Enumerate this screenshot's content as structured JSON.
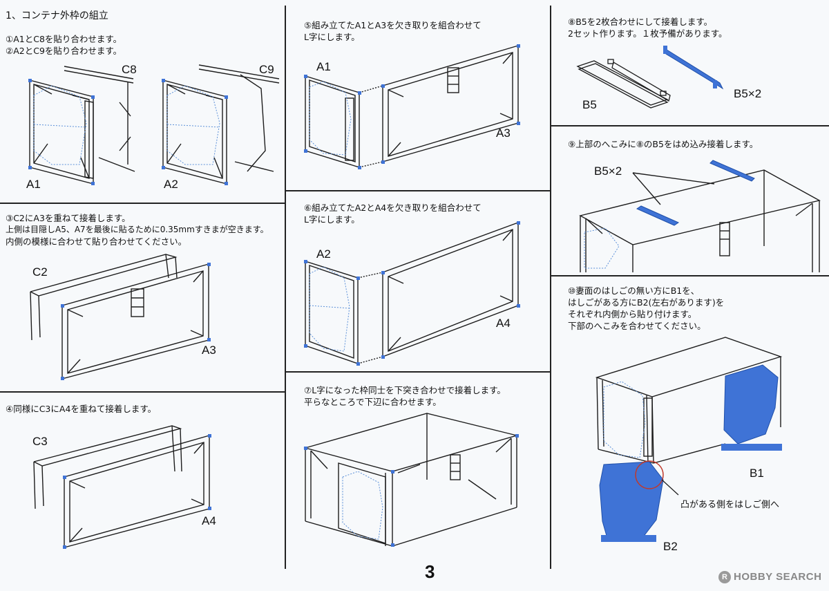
{
  "section_title": "1、コンテナ外枠の組立",
  "steps": {
    "s1": {
      "lines": [
        "①A1とC8を貼り合わせます。",
        "②A2とC9を貼り合わせます。"
      ]
    },
    "s3": {
      "lines": [
        "③C2にA3を重ねて接着します。",
        "上側は目隠しA5、A7を最後に貼るために0.35mmすきまが空きます。",
        "内側の模様に合わせて貼り合わせてください。"
      ]
    },
    "s4": {
      "lines": [
        "④同様にC3にA4を重ねて接着します。"
      ]
    },
    "s5": {
      "lines": [
        "⑤組み立てたA1とA3を欠き取りを組合わせて",
        "L字にします。"
      ]
    },
    "s6": {
      "lines": [
        "⑥組み立てたA2とA4を欠き取りを組合わせて",
        "L字にします。"
      ]
    },
    "s7": {
      "lines": [
        "⑦L字になった枠同士を下突き合わせで接着します。",
        "平らなところで下辺に合わせます。"
      ]
    },
    "s8": {
      "lines": [
        "⑧B5を2枚合わせにして接着します。",
        "2セット作ります。１枚予備があります。"
      ]
    },
    "s9": {
      "lines": [
        "⑨上部のへこみに⑧のB5をはめ込み接着します。"
      ]
    },
    "s10": {
      "lines": [
        "⑩妻面のはしごの無い方にB1を、",
        "はしごがある方にB2(左右があります)を",
        "それぞれ内側から貼り付けます。",
        "下部のへこみを合わせてください。"
      ]
    }
  },
  "part_labels": {
    "c8": "C8",
    "c9": "C9",
    "a1": "A1",
    "a2": "A2",
    "c2": "C2",
    "a3": "A3",
    "c3": "C3",
    "a4": "A4",
    "a1_s5": "A1",
    "a3_s5": "A3",
    "a2_s6": "A2",
    "a4_s6": "A4",
    "b5": "B5",
    "b5x2": "B5×2",
    "b5x2_s9": "B5×2",
    "b1": "B1",
    "b2": "B2"
  },
  "callout": "凸がある側をはしご側へ",
  "page_number": "3",
  "watermark": {
    "brand": "HOBBY SEARCH",
    "icon_letter": "R"
  },
  "colors": {
    "highlight": "#3f73d6",
    "line": "#1c1c1c",
    "dotted": "#5a8fd8",
    "circle": "#c0392b"
  }
}
